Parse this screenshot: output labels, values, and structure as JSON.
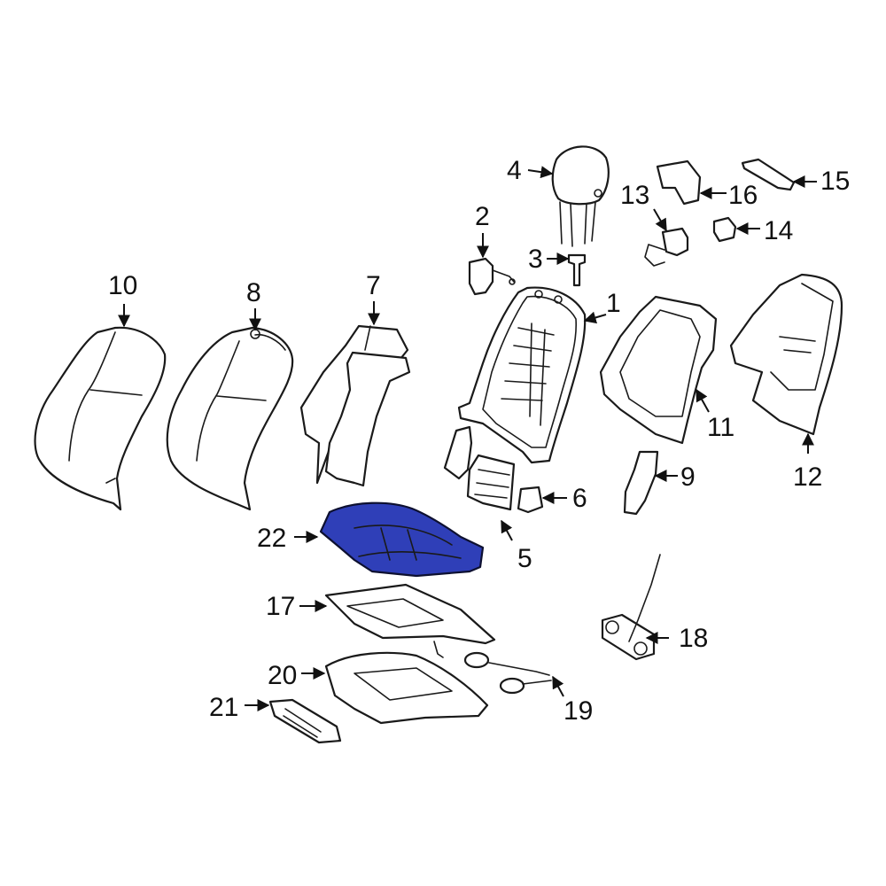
{
  "callouts": {
    "c1": "1",
    "c2": "2",
    "c3": "3",
    "c4": "4",
    "c5": "5",
    "c6": "6",
    "c7": "7",
    "c8": "8",
    "c9": "9",
    "c10": "10",
    "c11": "11",
    "c12": "12",
    "c13": "13",
    "c14": "14",
    "c15": "15",
    "c16": "16",
    "c17": "17",
    "c18": "18",
    "c19": "19",
    "c20": "20",
    "c21": "21",
    "c22": "22"
  },
  "colors": {
    "highlight": "#2f3fb8",
    "line": "#1a1a1a",
    "background": "#ffffff"
  },
  "highlighted_part": "22"
}
